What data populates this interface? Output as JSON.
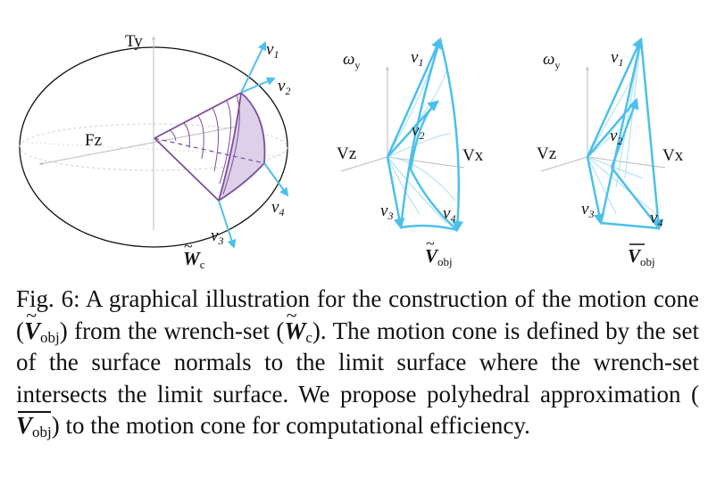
{
  "figure": {
    "panel_left": {
      "axis_ty": "Ty",
      "axis_fz": "Fz",
      "v1": "v",
      "v1_sub": "1",
      "v2": "v",
      "v2_sub": "2",
      "v3": "v",
      "v3_sub": "3",
      "v4": "v",
      "v4_sub": "4",
      "name": "W",
      "name_sub": "c"
    },
    "panel_middle": {
      "axis_omega": "ω",
      "axis_omega_sub": "y",
      "axis_vz": "Vz",
      "axis_vx": "Vx",
      "v1": "v",
      "v1_sub": "1",
      "v2": "v",
      "v2_sub": "2",
      "v3": "v",
      "v3_sub": "3",
      "v4": "v",
      "v4_sub": "4",
      "name": "V",
      "name_sub": "obj"
    },
    "panel_right": {
      "axis_omega": "ω",
      "axis_omega_sub": "y",
      "axis_vz": "Vz",
      "axis_vx": "Vx",
      "v1": "v",
      "v1_sub": "1",
      "v2": "v",
      "v2_sub": "2",
      "v3": "v",
      "v3_sub": "3",
      "v4": "v",
      "v4_sub": "4",
      "name": "V",
      "name_sub": "obj"
    },
    "colors": {
      "wrench": "#7b4f9a",
      "wrench_fill": "#ddd0e8",
      "motion": "#4cc0ec",
      "axis": "#b8b8b8"
    }
  },
  "caption": {
    "prefix": "Fig. 6:",
    "t1": " A graphical illustration for the construction of the motion cone (",
    "s1": "V",
    "s1_sub": "obj",
    "t2": ") from the wrench-set (",
    "s2": "W",
    "s2_sub": "c",
    "t3": "). The motion cone is defined by the set of the surface normals to the limit surface where the wrench-set intersects the limit surface. We propose polyhedral approximation (",
    "s3": "V",
    "s3_sub": "obj",
    "t4": ") to the motion cone for computational efficiency."
  }
}
